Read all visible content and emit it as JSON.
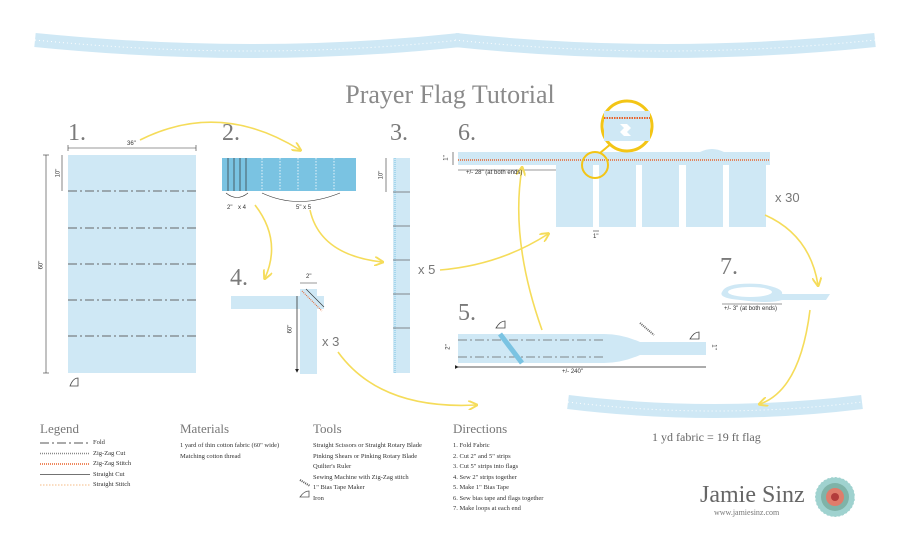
{
  "title": "Prayer Flag Tutorial",
  "steps": {
    "s1": {
      "num": "1.",
      "width": "36\"",
      "height": "60\"",
      "fold": "10\""
    },
    "s2": {
      "num": "2.",
      "a": "2\"",
      "a_mult": "x 4",
      "b": "5\" x 5"
    },
    "s3": {
      "num": "3.",
      "h": "10\"",
      "mult": "x 5"
    },
    "s4": {
      "num": "4.",
      "w": "2\"",
      "h": "60\"",
      "mult": "x 3"
    },
    "s5": {
      "num": "5.",
      "h": "2\"",
      "h2": "1\"",
      "len": "+/- 240\""
    },
    "s6": {
      "num": "6.",
      "h": "1\"",
      "ends": "+/- 28\" (at both ends)",
      "gap": "1\"",
      "mult": "x 30"
    },
    "s7": {
      "num": "7.",
      "ends": "+/- 3\" (at both ends)"
    }
  },
  "yield_text": "1 yd fabric = 19 ft flag",
  "legend": {
    "heading": "Legend",
    "items": [
      "Fold",
      "Zig-Zag Cut",
      "Zig-Zag Stitch",
      "Straight Cut",
      "Straight Stitch"
    ]
  },
  "materials": {
    "heading": "Materials",
    "items": [
      "1 yard of thin cotton fabric (60\" wide)",
      "Matching cotton thread"
    ]
  },
  "tools": {
    "heading": "Tools",
    "items": [
      "Straight Scissors or Straight Rotary Blade",
      "Pinking Shears or Pinking Rotary Blade",
      "Quilter's Ruler",
      "Sewing Machine with Zig-Zag stitch",
      "1\" Bias Tape Maker",
      "Iron"
    ]
  },
  "directions": {
    "heading": "Directions",
    "items": [
      "1. Fold Fabric",
      "2. Cut 2\" and 5\" strips",
      "3. Cut 5\" strips into flags",
      "4. Sew 2\" strips together",
      "5. Make 1\" Bias Tape",
      "6. Sew bias tape and flags together",
      "7. Make loops at each end"
    ]
  },
  "brand": {
    "name": "Jamie Sinz",
    "url": "www.jamiesinz.com"
  },
  "colors": {
    "fabric": "#cfe8f5",
    "fabric_dark": "#7ac3e2",
    "arrow": "#f5dc5a",
    "zigzag_stitch": "#e8622a",
    "yellow_ring": "#f3c516"
  }
}
